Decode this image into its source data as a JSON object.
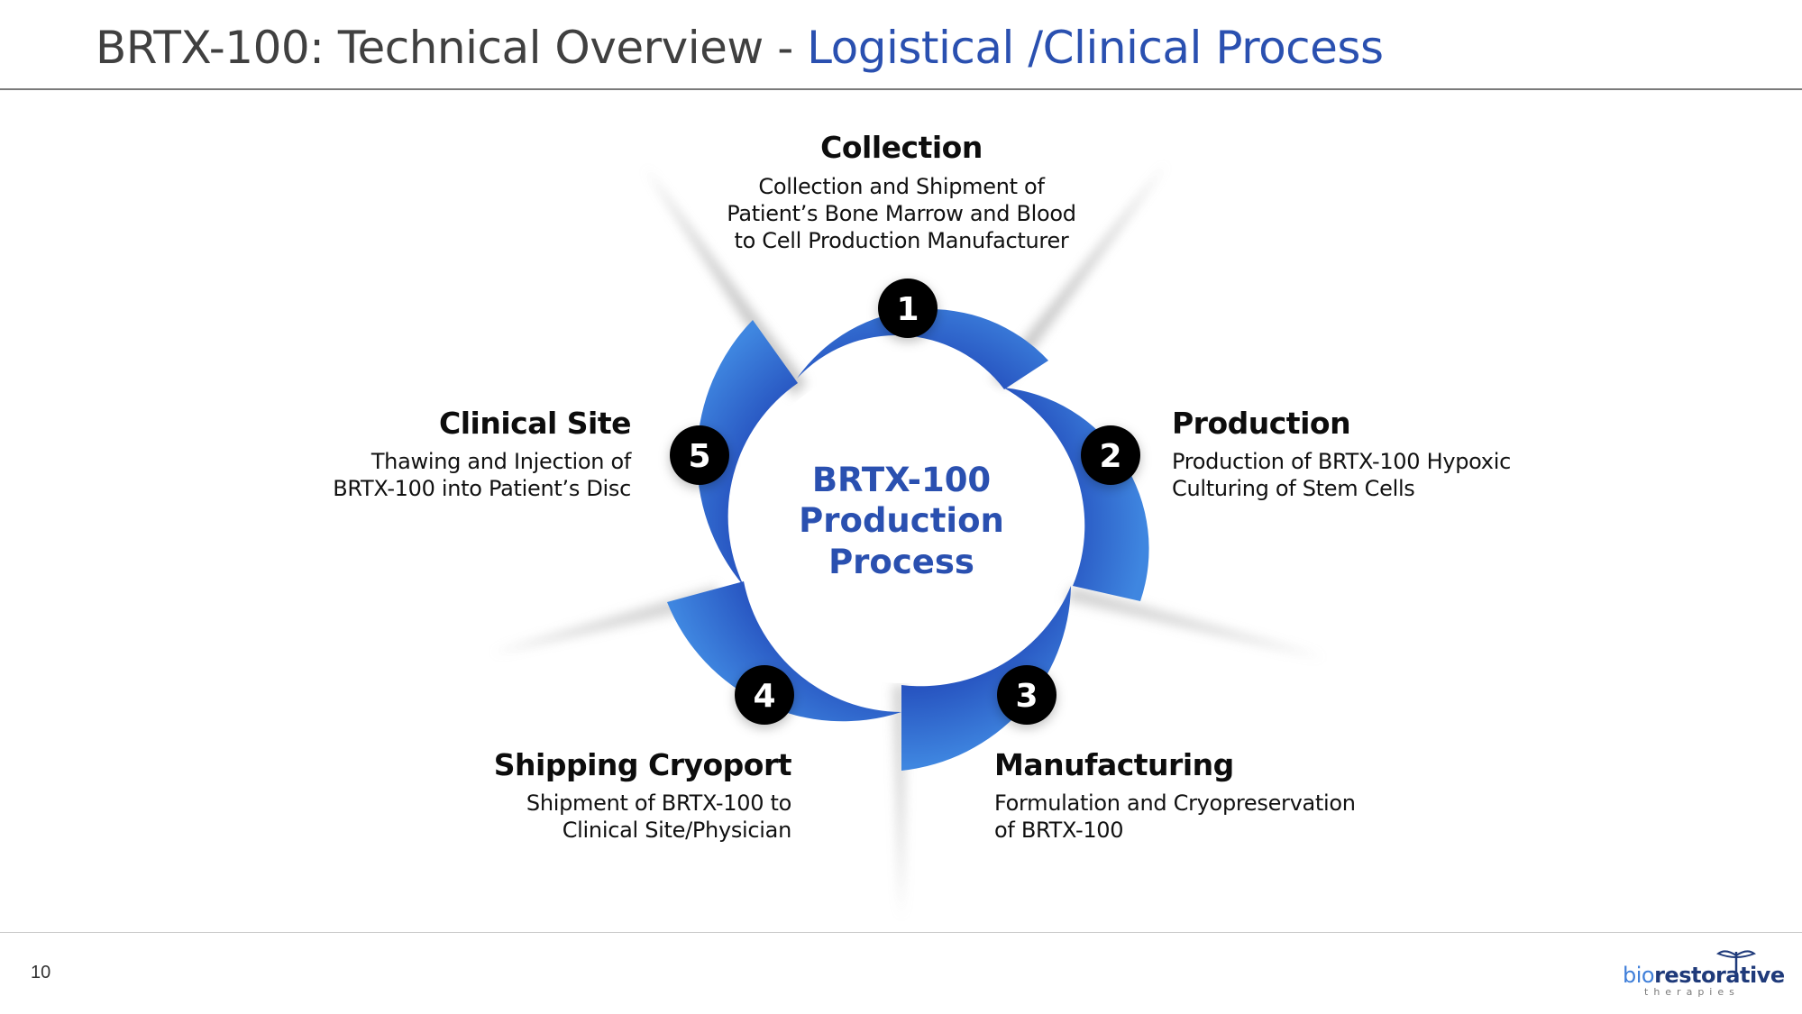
{
  "header": {
    "title_prefix": "BRTX-100: Technical Overview - ",
    "title_accent": "Logistical /Clinical Process"
  },
  "center": {
    "line1": "BRTX-100",
    "line2": "Production",
    "line3": "Process"
  },
  "steps": [
    {
      "number": "1",
      "title": "Collection",
      "desc": [
        "Collection and Shipment of",
        "Patient’s Bone Marrow and Blood",
        "to Cell Production Manufacturer"
      ]
    },
    {
      "number": "2",
      "title": "Production",
      "desc": [
        "Production of BRTX-100 Hypoxic",
        "Culturing of Stem Cells"
      ]
    },
    {
      "number": "3",
      "title": "Manufacturing",
      "desc": [
        "Formulation and Cryopreservation",
        "of BRTX-100"
      ]
    },
    {
      "number": "4",
      "title": "Shipping Cryoport",
      "desc": [
        "Shipment of BRTX-100 to",
        "Clinical Site/Physician"
      ]
    },
    {
      "number": "5",
      "title": "Clinical Site",
      "desc": [
        "Thawing and Injection of",
        "BRTX-100 into Patient’s Disc"
      ]
    }
  ],
  "footer": {
    "page_number": "10",
    "logo_bio": "bio",
    "logo_main": "restorative",
    "logo_sub": "therapies"
  },
  "colors": {
    "accent": "#2a50b0",
    "blue_light": "#3f86e0",
    "blue_dark": "#1d3fb3",
    "badge": "#000000"
  }
}
